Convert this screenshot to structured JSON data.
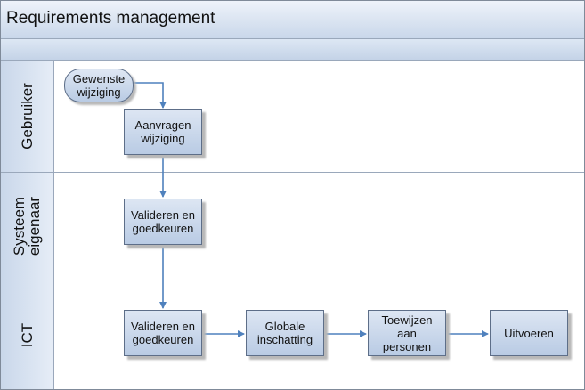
{
  "title": "Requirements management",
  "lanes": [
    {
      "label": "Gebruiker"
    },
    {
      "label": "Systeem\neigenaar"
    },
    {
      "label": "ICT"
    }
  ],
  "nodes": {
    "start": "Gewenste\nwijziging",
    "aanvragen": "Aanvragen\nwijziging",
    "valideren1": "Valideren en\ngoedkeuren",
    "valideren2": "Valideren en\ngoedkeuren",
    "globale": "Globale\ninschatting",
    "toewijzen": "Toewijzen\naan\npersonen",
    "uitvoeren": "Uitvoeren"
  },
  "colors": {
    "connector": "#4f81bd",
    "lane_border": "#9aa8bb"
  }
}
